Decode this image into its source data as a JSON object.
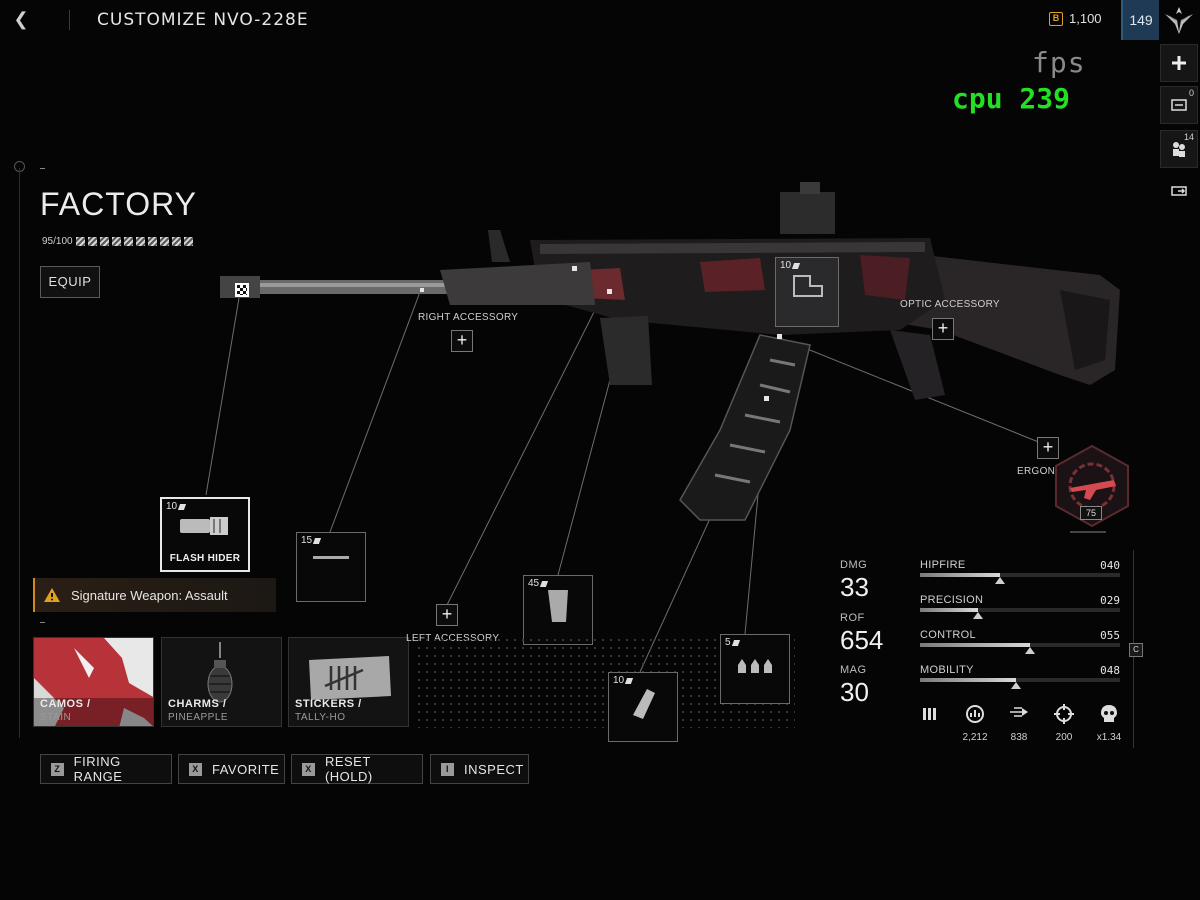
{
  "header": {
    "title": "CUSTOMIZE NVO-228E",
    "currency_icon": "B",
    "currency": "1,100",
    "level": "149"
  },
  "perf": {
    "fps": "fps",
    "cpu": "cpu 239"
  },
  "side_tools": [
    {
      "icon": "plus-icon",
      "count": ""
    },
    {
      "icon": "mail-icon",
      "count": "0"
    },
    {
      "icon": "squad-icon",
      "count": "14"
    },
    {
      "icon": "exit-icon",
      "count": ""
    }
  ],
  "loadout": {
    "name": "FACTORY",
    "progress": "95/100",
    "progress_pips": 10,
    "equip_label": "EQUIP"
  },
  "signature": {
    "text": "Signature Weapon: Assault",
    "accent": "#d08a20"
  },
  "customization": [
    {
      "title": "CAMOS /",
      "sub": "STAIN"
    },
    {
      "title": "CHARMS /",
      "sub": "PINEAPPLE"
    },
    {
      "title": "STICKERS /",
      "sub": "TALLY-HO"
    }
  ],
  "bottom_actions": [
    {
      "key": "Z",
      "label": "FIRING RANGE"
    },
    {
      "key": "X",
      "label": "FAVORITE"
    },
    {
      "key": "X",
      "label": "RESET (HOLD)"
    },
    {
      "key": "I",
      "label": "INSPECT"
    }
  ],
  "attachments": {
    "muzzle": {
      "level": "10",
      "name": "FLASH HIDER"
    },
    "barrel": {
      "level": "15"
    },
    "grip": {
      "level": "45"
    },
    "magazine": {
      "level": "10"
    },
    "ammo": {
      "level": "5"
    },
    "optic": {
      "level": "10"
    }
  },
  "slot_labels": {
    "right_accessory": "RIGHT ACCESSORY",
    "left_accessory": "LEFT ACCESSORY",
    "optic_accessory": "OPTIC ACCESSORY",
    "ergonomics": "ERGONOMICS",
    "ergo_level": "75"
  },
  "stats": {
    "dmg_label": "DMG",
    "dmg": "33",
    "rof_label": "ROF",
    "rof": "654",
    "mag_label": "MAG",
    "mag": "30",
    "bars": [
      {
        "label": "HIPFIRE",
        "value": "040",
        "fill": 0.4,
        "marker": 0.4
      },
      {
        "label": "PRECISION",
        "value": "029",
        "fill": 0.29,
        "marker": 0.29
      },
      {
        "label": "CONTROL",
        "value": "055",
        "fill": 0.55,
        "marker": 0.55
      },
      {
        "label": "MOBILITY",
        "value": "048",
        "fill": 0.48,
        "marker": 0.48
      }
    ],
    "mini": [
      {
        "icon": "ammo-icon",
        "value": "2,212"
      },
      {
        "icon": "velocity-gauge-icon",
        "value": "838"
      },
      {
        "icon": "bullet-speed-icon",
        "value": "200"
      },
      {
        "icon": "crosshair-icon",
        "value": "200"
      },
      {
        "icon": "skull-icon",
        "value": "x1.34"
      }
    ],
    "badge": "C"
  },
  "colors": {
    "accent_red": "#c23a3a",
    "text": "#e6e6e6",
    "perf_green": "#22e022"
  }
}
